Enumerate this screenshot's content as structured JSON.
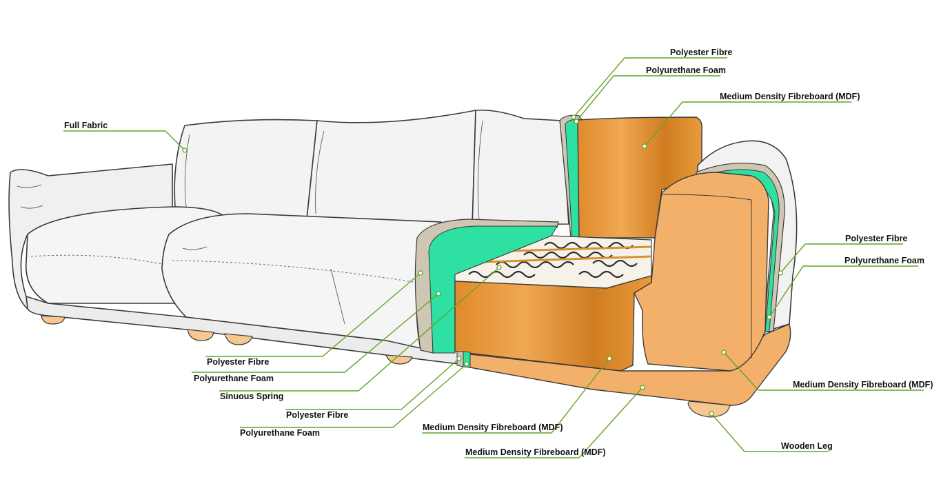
{
  "colors": {
    "fabric": "#f2f2f2",
    "fabric_shadow": "#dcdcdc",
    "foam": "#2ee0a1",
    "fibre": "#cfc6b4",
    "mdf": "#e89a3c",
    "mdf_light": "#f2b06a",
    "mdf_dark": "#c9761f",
    "leg": "#f6c78f",
    "leader": "#5fa52a",
    "spring": "#2b2b2b"
  },
  "labels": {
    "full_fabric": "Full Fabric",
    "back_fibre": "Polyester Fibre",
    "back_foam": "Polyurethane Foam",
    "back_mdf": "Medium Density Fibreboard (MDF)",
    "arm_fibre": "Polyester Fibre",
    "arm_foam": "Polyurethane Foam",
    "arm_mdf": "Medium Density Fibreboard (MDF)",
    "seat_fibre": "Polyester Fibre",
    "seat_foam": "Polyurethane Foam",
    "sinuous_spring": "Sinuous Spring",
    "base_fibre": "Polyester Fibre",
    "base_foam": "Polyurethane Foam",
    "seat_mdf": "Medium Density Fibreboard (MDF)",
    "base_mdf": "Medium Density Fibreboard (MDF)",
    "wooden_leg": "Wooden Leg"
  }
}
